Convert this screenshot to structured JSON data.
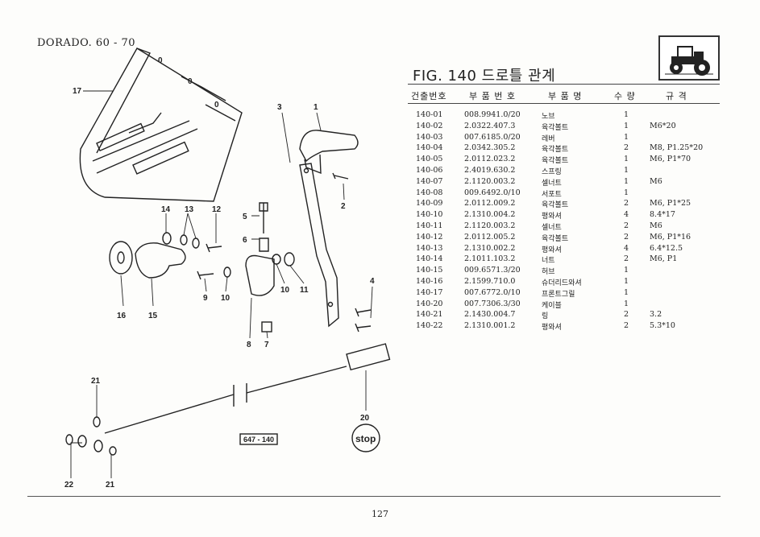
{
  "header": {
    "model": "DORADO. 60 - 70",
    "fig_title": "FIG. 140 드로틀 관계"
  },
  "table": {
    "columns": [
      "건출번호",
      "부 품 번 호",
      "부 품 명",
      "수 량",
      "규   격"
    ],
    "rows": [
      {
        "no": "140-01",
        "part": "008.9941.0/20",
        "name": "노브",
        "qty": "1",
        "spec": ""
      },
      {
        "no": "140-02",
        "part": "2.0322.407.3",
        "name": "육각볼트",
        "qty": "1",
        "spec": "M6*20"
      },
      {
        "no": "140-03",
        "part": "007.6185.0/20",
        "name": "레버",
        "qty": "1",
        "spec": ""
      },
      {
        "no": "140-04",
        "part": "2.0342.305.2",
        "name": "육각볼트",
        "qty": "2",
        "spec": "M8, P1.25*20"
      },
      {
        "no": "140-05",
        "part": "2.0112.023.2",
        "name": "육각볼트",
        "qty": "1",
        "spec": "M6, P1*70"
      },
      {
        "no": "140-06",
        "part": "2.4019.630.2",
        "name": "스프링",
        "qty": "1",
        "spec": ""
      },
      {
        "no": "140-07",
        "part": "2.1120.003.2",
        "name": "셀너트",
        "qty": "1",
        "spec": "M6"
      },
      {
        "no": "140-08",
        "part": "009.6492.0/10",
        "name": "서포트",
        "qty": "1",
        "spec": ""
      },
      {
        "no": "140-09",
        "part": "2.0112.009.2",
        "name": "육각볼트",
        "qty": "2",
        "spec": "M6, P1*25"
      },
      {
        "no": "140-10",
        "part": "2.1310.004.2",
        "name": "평와셔",
        "qty": "4",
        "spec": "8.4*17"
      },
      {
        "no": "140-11",
        "part": "2.1120.003.2",
        "name": "셀너트",
        "qty": "2",
        "spec": "M6"
      },
      {
        "no": "140-12",
        "part": "2.0112.005.2",
        "name": "육각볼트",
        "qty": "2",
        "spec": "M6, P1*16"
      },
      {
        "no": "140-13",
        "part": "2.1310.002.2",
        "name": "평와셔",
        "qty": "4",
        "spec": "6.4*12.5"
      },
      {
        "no": "140-14",
        "part": "2.1011.103.2",
        "name": "너트",
        "qty": "2",
        "spec": "M6, P1"
      },
      {
        "no": "140-15",
        "part": "009.6571.3/20",
        "name": "허브",
        "qty": "1",
        "spec": ""
      },
      {
        "no": "140-16",
        "part": "2.1599.710.0",
        "name": "슈더리드와셔",
        "qty": "1",
        "spec": ""
      },
      {
        "no": "140-17",
        "part": "007.6772.0/10",
        "name": "프론트그릴",
        "qty": "1",
        "spec": ""
      },
      {
        "no": "140-20",
        "part": "007.7306.3/30",
        "name": "케이블",
        "qty": "1",
        "spec": ""
      },
      {
        "no": "140-21",
        "part": "2.1430.004.7",
        "name": "링",
        "qty": "2",
        "spec": "3.2"
      },
      {
        "no": "140-22",
        "part": "2.1310.001.2",
        "name": "평와셔",
        "qty": "2",
        "spec": "5.3*10"
      }
    ]
  },
  "diagram": {
    "callouts": {
      "c17": "17",
      "c3": "3",
      "c1": "1",
      "c2": "2",
      "c5": "5",
      "c6": "6",
      "c14": "14",
      "c13": "13",
      "c12": "12",
      "c16": "16",
      "c15": "15",
      "c9": "9",
      "c10a": "10",
      "c10b": "10",
      "c11": "11",
      "c4": "4",
      "c8": "8",
      "c7": "7",
      "c21a": "21",
      "c21b": "21",
      "c22": "22",
      "c20": "20",
      "g0a": "0",
      "g0b": "0",
      "g0c": "0"
    },
    "ref_box": "647 - 140",
    "stop_text": "stop"
  },
  "footer": {
    "page_number": "127"
  },
  "colors": {
    "ink": "#222222",
    "paper": "#fdfdfb"
  },
  "icons": {
    "tractor": "tractor-icon"
  }
}
